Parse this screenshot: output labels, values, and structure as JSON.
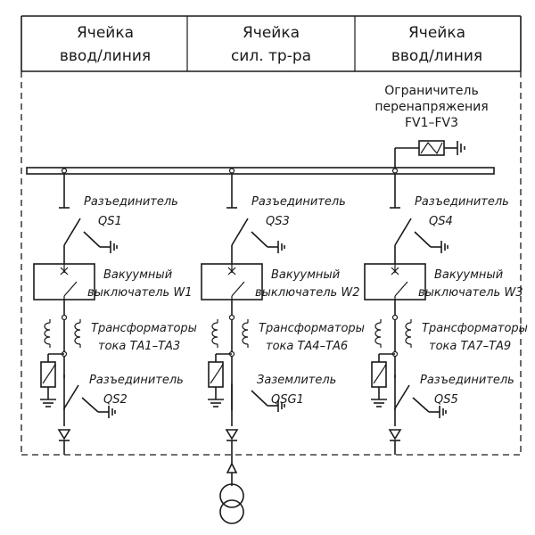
{
  "headers": [
    {
      "line1": "Ячейка",
      "line2": "ввод/линия"
    },
    {
      "line1": "Ячейка",
      "line2": "сил. тр-ра"
    },
    {
      "line1": "Ячейка",
      "line2": "ввод/линия"
    }
  ],
  "surge_arrester": {
    "line1": "Ограничитель",
    "line2": "перенапряжения",
    "line3": "FV1–FV3"
  },
  "cells": [
    {
      "disconnector_top": {
        "name": "Разъединитель",
        "code": "QS1"
      },
      "breaker": {
        "name": "Вакуумный",
        "code": "выключатель W1"
      },
      "ct": {
        "name": "Трансформаторы",
        "code": "тока ТА1–ТА3"
      },
      "bottom": {
        "name": "Разъединитель",
        "code": "QS2"
      }
    },
    {
      "disconnector_top": {
        "name": "Разъединитель",
        "code": "QS3"
      },
      "breaker": {
        "name": "Вакуумный",
        "code": "выключатель W2"
      },
      "ct": {
        "name": "Трансформаторы",
        "code": "тока ТА4–ТА6"
      },
      "bottom": {
        "name": "Заземлитель",
        "code": "QSG1"
      }
    },
    {
      "disconnector_top": {
        "name": "Разъединитель",
        "code": "QS4"
      },
      "breaker": {
        "name": "Вакуумный",
        "code": "выключатель W3"
      },
      "ct": {
        "name": "Трансформаторы",
        "code": "тока ТА7–ТА9"
      },
      "bottom": {
        "name": "Разъединитель",
        "code": "QS5"
      }
    }
  ],
  "icons": [
    "busbar",
    "disconnector-icon",
    "vacuum-breaker-icon",
    "current-transformer-icon",
    "surge-arrester-icon",
    "ground-icon",
    "cable-termination-icon",
    "power-transformer-icon"
  ]
}
